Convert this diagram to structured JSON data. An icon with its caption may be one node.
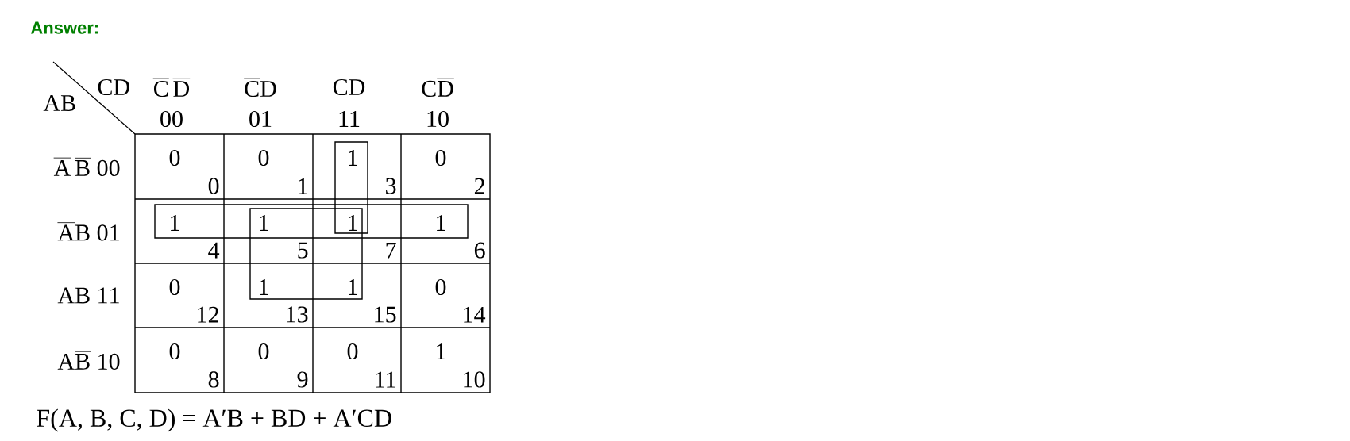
{
  "diagram": {
    "title": "Answer:",
    "caption": "F(A, B, C, D) = A′B + BD + A′CD",
    "labels": [
      "AB",
      "CD",
      "\\mathrm{\\overline{C}\\,\\overline{D}}",
      "\\mathrm{\\overline{C}D}",
      "\\mathrm{CD}",
      "\\mathrm{C\\overline{D}}",
      "00",
      "01",
      "11",
      "10",
      "\\mathrm{\\overline{A}\\,\\overline{B}\\ 00}",
      "0",
      "0",
      "0",
      "1",
      "1",
      "3",
      "0",
      "2",
      "\\mathrm{\\overline{A}B\\ 01}",
      "1",
      "4",
      "1",
      "5",
      "1",
      "7",
      "1",
      "6",
      "\\mathrm{AB\\ 11}",
      "0",
      "12",
      "1",
      "13",
      "1",
      "15",
      "0",
      "14",
      "\\mathrm{A\\overline{B}\\ 10}",
      "0",
      "8",
      "0",
      "9",
      "0",
      "11",
      "1",
      "10"
    ]
  }
}
